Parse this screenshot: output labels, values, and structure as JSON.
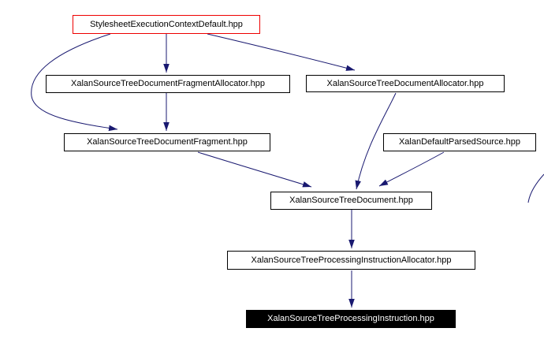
{
  "graph": {
    "type": "include-dependency-graph",
    "background_color": "#ffffff",
    "edge_color": "#191970",
    "node_border_color": "#000000",
    "highlight_border_color": "#ee0000",
    "focus_fill_color": "#000000",
    "focus_text_color": "#ffffff",
    "nodes": [
      {
        "label": "StylesheetExecutionContextDefault.hpp",
        "style": "red-border"
      },
      {
        "label": "XalanSourceTreeDocumentFragmentAllocator.hpp",
        "style": "normal"
      },
      {
        "label": "XalanSourceTreeDocumentAllocator.hpp",
        "style": "normal"
      },
      {
        "label": "XalanSourceTreeDocumentFragment.hpp",
        "style": "normal"
      },
      {
        "label": "XalanDefaultParsedSource.hpp",
        "style": "normal"
      },
      {
        "label": "XalanSourceTreeDocument.hpp",
        "style": "normal"
      },
      {
        "label": "XalanSourceTreeProcessingInstructionAllocator.hpp",
        "style": "normal"
      },
      {
        "label": "XalanSourceTreeProcessingInstruction.hpp",
        "style": "focus"
      }
    ],
    "edges": [
      {
        "from": "StylesheetExecutionContextDefault.hpp",
        "to": "XalanSourceTreeDocumentFragmentAllocator.hpp"
      },
      {
        "from": "StylesheetExecutionContextDefault.hpp",
        "to": "XalanSourceTreeDocumentAllocator.hpp"
      },
      {
        "from": "StylesheetExecutionContextDefault.hpp",
        "to": "XalanSourceTreeDocumentFragment.hpp"
      },
      {
        "from": "XalanSourceTreeDocumentFragmentAllocator.hpp",
        "to": "XalanSourceTreeDocumentFragment.hpp"
      },
      {
        "from": "XalanSourceTreeDocumentFragment.hpp",
        "to": "XalanSourceTreeDocument.hpp"
      },
      {
        "from": "XalanSourceTreeDocumentAllocator.hpp",
        "to": "XalanSourceTreeDocument.hpp"
      },
      {
        "from": "XalanDefaultParsedSource.hpp",
        "to": "XalanSourceTreeDocument.hpp"
      },
      {
        "from": "XalanSourceTreeDocument.hpp",
        "to": "XalanSourceTreeProcessingInstructionAllocator.hpp"
      },
      {
        "from": "XalanSourceTreeProcessingInstructionAllocator.hpp",
        "to": "XalanSourceTreeProcessingInstruction.hpp"
      }
    ]
  }
}
